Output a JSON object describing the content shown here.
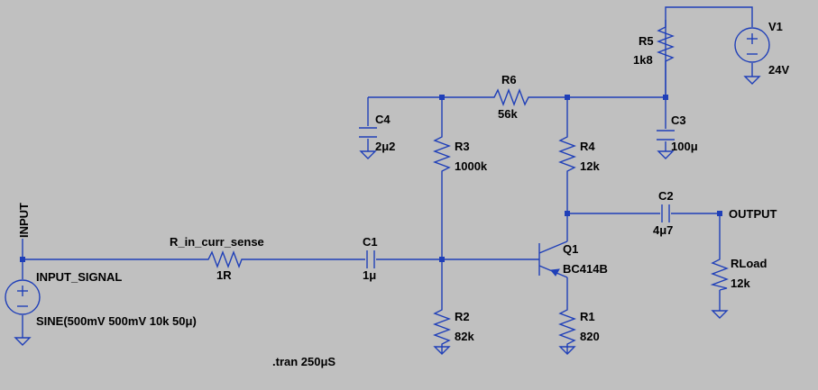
{
  "components": {
    "R5": {
      "name": "R5",
      "value": "1k8"
    },
    "V1": {
      "name": "V1",
      "value": "24V"
    },
    "R6": {
      "name": "R6",
      "value": "56k"
    },
    "C4": {
      "name": "C4",
      "value": "2μ2"
    },
    "C3": {
      "name": "C3",
      "value": "100μ"
    },
    "R3": {
      "name": "R3",
      "value": "1000k"
    },
    "R4": {
      "name": "R4",
      "value": "12k"
    },
    "C2": {
      "name": "C2",
      "value": "4μ7"
    },
    "R_in": {
      "name": "R_in_curr_sense",
      "value": "1R"
    },
    "C1": {
      "name": "C1",
      "value": "1μ"
    },
    "Q1": {
      "name": "Q1",
      "value": "BC414B"
    },
    "RLoad": {
      "name": "RLoad",
      "value": "12k"
    },
    "R2": {
      "name": "R2",
      "value": "82k"
    },
    "R1": {
      "name": "R1",
      "value": "820"
    },
    "VIN": {
      "name": "INPUT_SIGNAL",
      "value": "SINE(500mV 500mV 10k 50μ)"
    }
  },
  "nets": {
    "input": "INPUT",
    "output": "OUTPUT"
  },
  "directive": ".tran 250μS"
}
